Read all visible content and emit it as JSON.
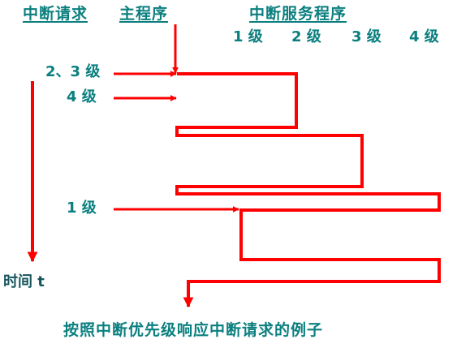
{
  "headers": {
    "interrupt_request": "中断请求",
    "main_program": "主程序",
    "isr": "中断服务程序"
  },
  "isr_levels": [
    "1 级",
    "2 级",
    "3 级",
    "4 级"
  ],
  "requests": {
    "levels_2_3": "2、3 级",
    "level_4": "4 级",
    "level_1": "1 级"
  },
  "time_axis": {
    "label": "时间 t"
  },
  "caption": "按照中断优先级响应中断请求的例子",
  "colors": {
    "line": "#ff0000",
    "teal_text": "#0b7f7f",
    "dark_text": "#17555e",
    "background": "#ffffff"
  }
}
